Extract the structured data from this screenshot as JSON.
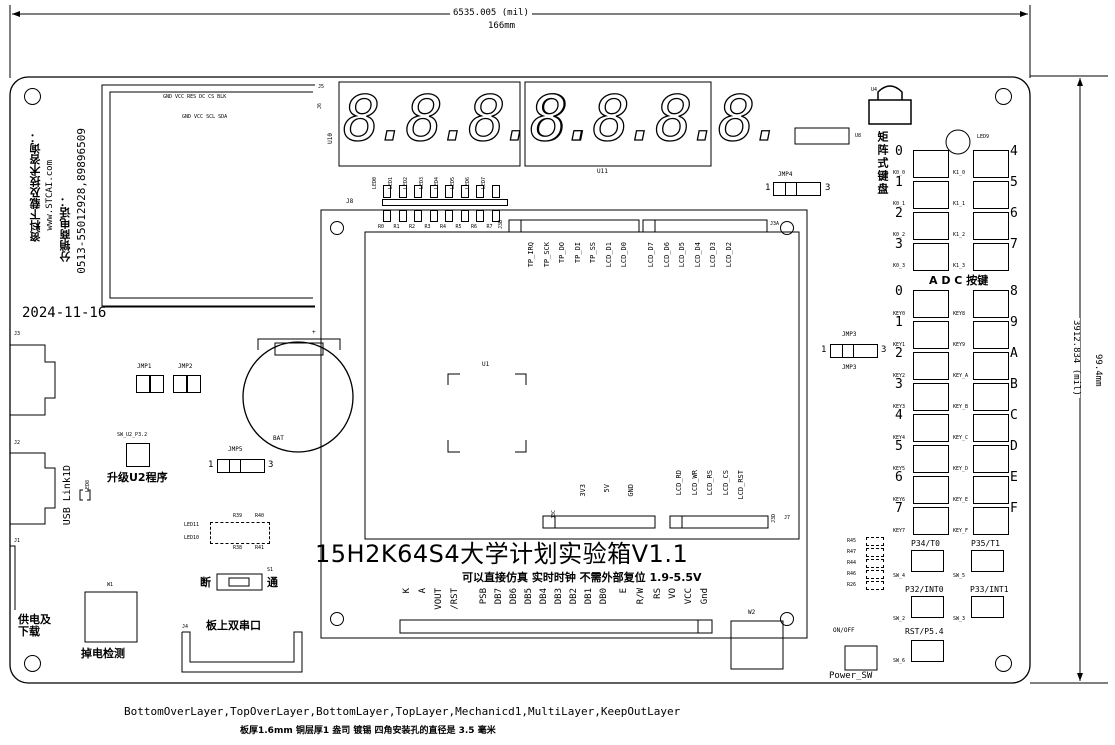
{
  "dims": {
    "width_mil": "6535.005 (mil)",
    "width_mm": "166mm",
    "height_mil": "3912.834 (mil)",
    "height_mm": "99.4mm"
  },
  "side_info": {
    "line1": "资料下载及技术咨询：",
    "line2": "www.STCAI.com",
    "line3": "分销商电话：",
    "line4": "0513-55012928,89896509"
  },
  "date": "2024-11-16",
  "tft_header": {
    "pins_top": "GND VCC          RES DC CS BLK",
    "pins_bottom": "GND VCC SCL SDA",
    "j5": "J5",
    "j6": "J6"
  },
  "seg": {
    "u10": "U10",
    "u11": "U11",
    "digits_left": "8.8.8.8.",
    "digits_right": "8.8.8.8."
  },
  "leds": {
    "labels": [
      "LED0",
      "LED1",
      "LED2",
      "LED3",
      "LED4",
      "LED5",
      "LED6",
      "LED7"
    ],
    "res": [
      "R0",
      "R1",
      "R2",
      "R3",
      "R4",
      "R5",
      "R6",
      "R7"
    ],
    "j8": "J8"
  },
  "j3": {
    "j3b": "J3B",
    "j3a": "J3A",
    "left_pins": [
      "TP_IRQ",
      "TP_SCK",
      "TP_DO",
      "TP_DI",
      "TP_SS",
      "LCD_D1",
      "LCD_D0"
    ],
    "right_pins": [
      "LCD_D7",
      "LCD_D6",
      "LCD_D5",
      "LCD_D4",
      "LCD_D3",
      "LCD_D2"
    ],
    "j3c": "J3C",
    "j3c_pins": [
      "3V3",
      "5V",
      "GND"
    ],
    "j3d": "J3D",
    "j3d_pins": [
      "LCD_RD",
      "LCD_WR",
      "LCD_RS",
      "LCD_CS",
      "LCD_RST"
    ],
    "j7": "J7"
  },
  "u1": "U1",
  "u4": "U4",
  "u8": "U8",
  "led9": "LED9",
  "jumpers": {
    "jmp1": "JMP1",
    "jmp2": "JMP2",
    "jmp3": "JMP3",
    "jmp4": "JMP4",
    "jmp5": "JMP5",
    "one": "1",
    "three": "3"
  },
  "bat": "BAT",
  "plus": "+",
  "connectors": {
    "j1": "J1",
    "j2": "J2",
    "j3": "J3",
    "j4": "J4",
    "usb": "USB Link1D",
    "led8": "LED8"
  },
  "sw_u2": "SW_U2_P3.2",
  "upgrade": "升级U2程序",
  "led_small": {
    "led11": "LED11",
    "led10": "LED10",
    "r39": "R39",
    "r40": "R40",
    "r38": "R38",
    "r41": "R41"
  },
  "switch": {
    "off": "断",
    "on": "通",
    "s1": "S1"
  },
  "title": "15H2K64S4大学计划实验箱V1.1",
  "subtitle": "可以直接仿真 实时时钟 不需外部复位 1.9-5.5V",
  "lcd_pins": [
    "K",
    "A",
    "VOUT",
    "/RST",
    "PSB",
    "DB7",
    "DB6",
    "DB5",
    "DB4",
    "DB3",
    "DB2",
    "DB1",
    "DB0",
    "E",
    "R/W",
    "RS",
    "VO",
    "VCC",
    "Gnd"
  ],
  "w1": "W1",
  "w2": "W2",
  "power_label": "供电及下载",
  "power_detect": "掉电检测",
  "board_uart": "板上双串口",
  "onoff": "ON/OFF",
  "power_sw": "Power_SW",
  "matrix_title": "矩阵式键盘",
  "matrix_keys": [
    {
      "num": "0",
      "label": "K0_0"
    },
    {
      "num": "4",
      "label": "K1_0"
    },
    {
      "num": "1",
      "label": "K0_1"
    },
    {
      "num": "5",
      "label": "K1_1"
    },
    {
      "num": "2",
      "label": "K0_2"
    },
    {
      "num": "6",
      "label": "K1_2"
    },
    {
      "num": "3",
      "label": "K0_3"
    },
    {
      "num": "7",
      "label": "K1_3"
    }
  ],
  "adc_title": "A D C 按键",
  "adc_keys": [
    {
      "num": "0",
      "label": "KEY0"
    },
    {
      "num": "8",
      "label": "KEY8"
    },
    {
      "num": "1",
      "label": "KEY1"
    },
    {
      "num": "9",
      "label": "KEY9"
    },
    {
      "num": "2",
      "label": "KEY2"
    },
    {
      "num": "A",
      "label": "KEY_A"
    },
    {
      "num": "3",
      "label": "KEY3"
    },
    {
      "num": "B",
      "label": "KEY_B"
    },
    {
      "num": "4",
      "label": "KEY4"
    },
    {
      "num": "C",
      "label": "KEY_C"
    },
    {
      "num": "5",
      "label": "KEY5"
    },
    {
      "num": "D",
      "label": "KEY_D"
    },
    {
      "num": "6",
      "label": "KEY6"
    },
    {
      "num": "E",
      "label": "KEY_E"
    },
    {
      "num": "7",
      "label": "KEY7"
    },
    {
      "num": "F",
      "label": "KEY_F"
    }
  ],
  "fn_keys": {
    "p34": "P34/T0",
    "p35": "P35/T1",
    "p32": "P32/INT0",
    "p33": "P33/INT1",
    "rst": "RST/P5.4",
    "sw4": "SW_4",
    "sw5": "SW_5",
    "sw2": "SW_2",
    "sw3": "SW_3",
    "sw6": "SW_6"
  },
  "r_small": [
    "R45",
    "R47",
    "R44",
    "R46",
    "R26"
  ],
  "layers": "BottomOverLayer,TopOverLayer,BottomLayer,TopLayer,Mechanicd1,MultiLayer,KeepOutLayer",
  "spec": "板厚1.6mm   铜层厚1 盎司   镀锡    四角安装孔的直径是 3.5  毫米"
}
